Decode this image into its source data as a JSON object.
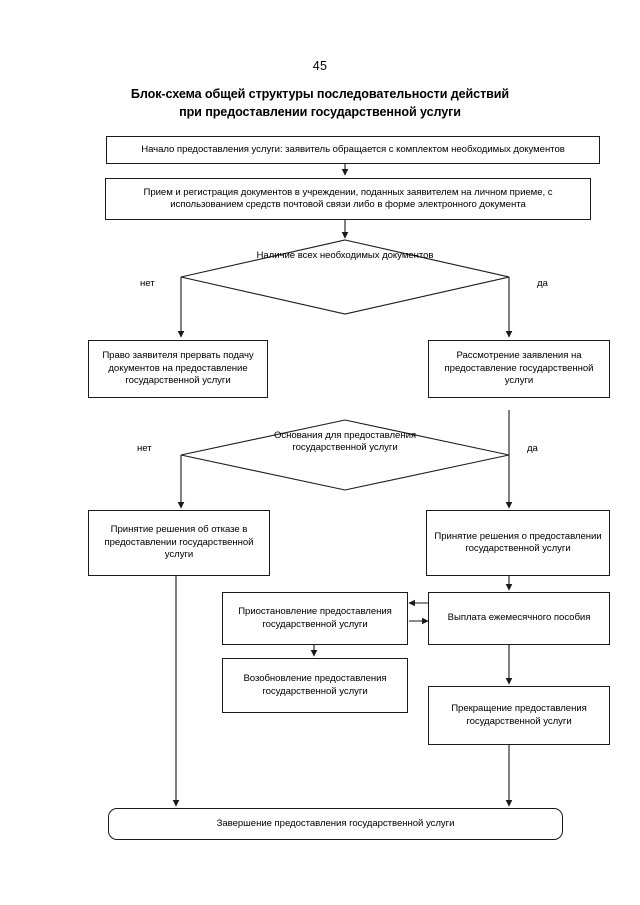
{
  "document": {
    "page_number": "45",
    "title_line_1": "Блок-схема общей структуры последовательности действий",
    "title_line_2": "при предоставлении государственной услуги"
  },
  "chart_data": {
    "type": "diagram",
    "diagram_kind": "flowchart",
    "title": "Блок-схема общей структуры последовательности действий при предоставлении государственной услуги",
    "orientation": "top-to-bottom",
    "nodes": [
      {
        "id": "start",
        "shape": "rect",
        "label": "Начало предоставления услуги: заявитель обращается с комплектом необходимых документов"
      },
      {
        "id": "intake",
        "shape": "rect",
        "label": "Прием и регистрация документов в учреждении, поданных заявителем на личном приеме, с использованием средств почтовой связи либо в форме электронного документа"
      },
      {
        "id": "decision1",
        "shape": "diamond",
        "label": "Наличие всех необходимых документов"
      },
      {
        "id": "interrupt",
        "shape": "rect",
        "label": "Право заявителя прервать подачу документов на предоставление государственной услуги"
      },
      {
        "id": "review",
        "shape": "rect",
        "label": "Рассмотрение заявления на предоставление государственной услуги"
      },
      {
        "id": "decision2",
        "shape": "diamond",
        "label": "Основания для предоставления государственной услуги"
      },
      {
        "id": "refusal",
        "shape": "rect",
        "label": "Принятие решения об отказе в предоставлении государственной услуги"
      },
      {
        "id": "grant",
        "shape": "rect",
        "label": "Принятие решения о предоставлении государственной услуги"
      },
      {
        "id": "payment",
        "shape": "rect",
        "label": "Выплата ежемесячного пособия"
      },
      {
        "id": "suspend",
        "shape": "rect",
        "label": "Приостановление предоставления государственной услуги"
      },
      {
        "id": "resume",
        "shape": "rect",
        "label": "Возобновление предоставления государственной услуги"
      },
      {
        "id": "terminate",
        "shape": "rect",
        "label": "Прекращение предоставления государственной услуги"
      },
      {
        "id": "finish",
        "shape": "rounded-rect",
        "label": "Завершение предоставления государственной услуги"
      }
    ],
    "edges": [
      {
        "from": "start",
        "to": "intake",
        "label": ""
      },
      {
        "from": "intake",
        "to": "decision1",
        "label": ""
      },
      {
        "from": "decision1",
        "to": "interrupt",
        "label": "нет"
      },
      {
        "from": "decision1",
        "to": "review",
        "label": "да"
      },
      {
        "from": "review",
        "to": "decision2",
        "label": ""
      },
      {
        "from": "decision2",
        "to": "refusal",
        "label": "нет"
      },
      {
        "from": "decision2",
        "to": "grant",
        "label": "да"
      },
      {
        "from": "grant",
        "to": "payment",
        "label": ""
      },
      {
        "from": "payment",
        "to": "suspend",
        "label": ""
      },
      {
        "from": "suspend",
        "to": "payment",
        "label": ""
      },
      {
        "from": "suspend",
        "to": "resume",
        "label": ""
      },
      {
        "from": "payment",
        "to": "terminate",
        "label": ""
      },
      {
        "from": "refusal",
        "to": "finish",
        "label": ""
      },
      {
        "from": "terminate",
        "to": "finish",
        "label": ""
      }
    ],
    "branch_labels": {
      "no": "нет",
      "yes": "да"
    }
  },
  "nodes": {
    "start": "Начало предоставления услуги: заявитель обращается с комплектом необходимых документов",
    "intake": "Прием и регистрация документов в учреждении, поданных заявителем на личном приеме, с использованием средств почтовой связи либо в форме электронного документа",
    "decision1": "Наличие всех необходимых документов",
    "interrupt": "Право заявителя прервать подачу документов на предоставление государственной услуги",
    "review": "Рассмотрение заявления на предоставление государственной услуги",
    "decision2": "Основания для предоставления государственной услуги",
    "refusal": "Принятие решения об отказе в предоставлении государственной услуги",
    "grant": "Принятие решения о предоставлении государственной услуги",
    "payment": "Выплата ежемесячного пособия",
    "suspend": "Приостановление предоставления государственной услуги",
    "resume": "Возобновление предоставления государственной услуги",
    "terminate": "Прекращение предоставления государственной услуги",
    "finish": "Завершение предоставления государственной услуги"
  },
  "labels": {
    "no_1": "нет",
    "yes_1": "да",
    "no_2": "нет",
    "yes_2": "да"
  },
  "colors": {
    "background": "#ffffff",
    "stroke": "#1a1a1a",
    "text": "#000000"
  }
}
